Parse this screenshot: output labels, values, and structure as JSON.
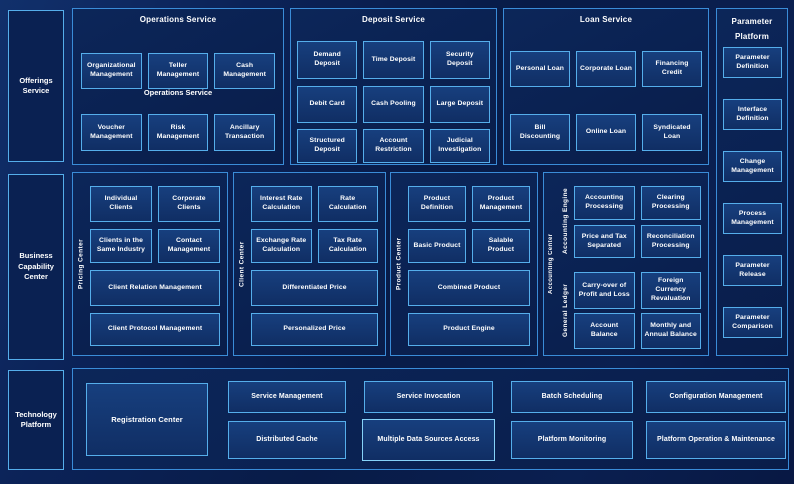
{
  "left_rail": {
    "offerings": "Offerings Service",
    "business_capability": "Business Capability Center",
    "technology": "Technology Platform"
  },
  "operations": {
    "title": "Operations Service",
    "mid_label": "Operations Service",
    "row1": [
      "Organizational Management",
      "Teller Management",
      "Cash Management"
    ],
    "row2": [
      "Voucher Management",
      "Risk Management",
      "Ancillary Transaction"
    ]
  },
  "deposit": {
    "title": "Deposit Service",
    "row1": [
      "Demand Deposit",
      "Time Deposit",
      "Security Deposit"
    ],
    "row2": [
      "Debit Card",
      "Cash Pooling",
      "Large Deposit"
    ],
    "row3": [
      "Structured Deposit",
      "Account Restriction",
      "Judicial Investigation"
    ]
  },
  "loan": {
    "title": "Loan Service",
    "row1": [
      "Personal Loan",
      "Corporate Loan",
      "Financing Credit"
    ],
    "row2": [
      "Bill Discounting",
      "Online Loan",
      "Syndicated Loan"
    ]
  },
  "parameter": {
    "title": "Parameter Platform",
    "items": [
      "Parameter Definition",
      "Interface Definition",
      "Change Management",
      "Process Management",
      "Parameter Release",
      "Parameter Comparison"
    ]
  },
  "pricing_center": {
    "label": "Pricing Center",
    "row1": [
      "Individual Clients",
      "Corporate Clients"
    ],
    "row2": [
      "Clients in the Same Industry",
      "Contact Management"
    ],
    "wide1": "Client Relation Management",
    "wide2": "Client Protocol Management"
  },
  "client_center": {
    "label": "Client Center",
    "row1": [
      "Interest Rate Calculation",
      "Rate Calculation"
    ],
    "row2": [
      "Exchange Rate Calculation",
      "Tax Rate Calculation"
    ],
    "wide1": "Differentiated Price",
    "wide2": "Personalized Price"
  },
  "product_center": {
    "label": "Product Center",
    "row1": [
      "Product Definition",
      "Product Management"
    ],
    "row2": [
      "Basic Product",
      "Salable Product"
    ],
    "wide1": "Combined Product",
    "wide2": "Product Engine"
  },
  "accounting_center": {
    "label": "Accounting Center",
    "engine_label": "Accounting Engine",
    "ledger_label": "General Ledger",
    "engine_row1": [
      "Accounting Processing",
      "Clearing Processing"
    ],
    "engine_row2": [
      "Price and Tax Separated",
      "Reconciliation Processing"
    ],
    "ledger_row1": [
      "Carry-over of Profit and Loss",
      "Foreign Currency Revaluation"
    ],
    "ledger_row2": [
      "Account Balance",
      "Monthly and Annual Balance"
    ]
  },
  "technology_platform": {
    "registration": "Registration Center",
    "top_row": [
      "Service Management",
      "Service Invocation",
      "Batch Scheduling",
      "Configuration Management"
    ],
    "bottom_row": [
      "Distributed Cache",
      "Multiple Data Sources Access",
      "Platform Monitoring",
      "Platform Operation & Maintenance"
    ]
  },
  "colors": {
    "background": "#081a46",
    "panel_border": "#3a8cd8",
    "box_border": "#55aeeb",
    "box_fill": "#14386f",
    "text": "#ffffff"
  }
}
